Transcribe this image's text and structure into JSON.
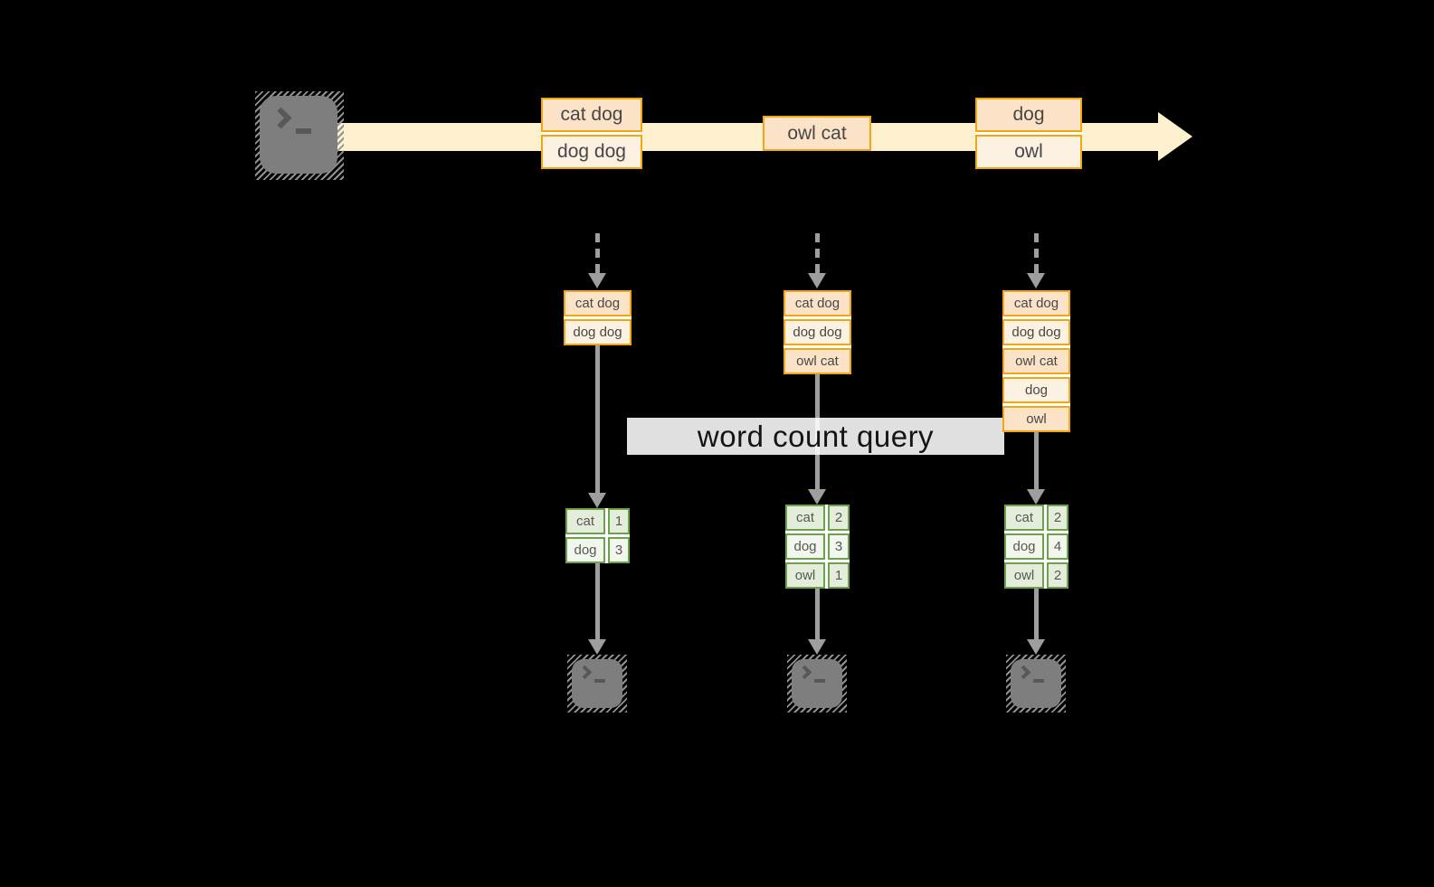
{
  "query_label": "word count query",
  "stream": {
    "batches": [
      [
        "cat dog",
        "dog dog"
      ],
      [
        "owl cat"
      ],
      [
        "dog",
        "owl"
      ]
    ]
  },
  "columns": [
    {
      "window": [
        "cat dog",
        "dog dog"
      ],
      "counts": [
        [
          "cat",
          "1"
        ],
        [
          "dog",
          "3"
        ]
      ]
    },
    {
      "window": [
        "cat dog",
        "dog dog",
        "owl cat"
      ],
      "counts": [
        [
          "cat",
          "2"
        ],
        [
          "dog",
          "3"
        ],
        [
          "owl",
          "1"
        ]
      ]
    },
    {
      "window": [
        "cat dog",
        "dog dog",
        "owl cat",
        "dog",
        "owl"
      ],
      "counts": [
        [
          "cat",
          "2"
        ],
        [
          "dog",
          "4"
        ],
        [
          "owl",
          "2"
        ]
      ]
    }
  ],
  "icons": {
    "source": "terminal-icon",
    "sinks": [
      "terminal-icon",
      "terminal-icon",
      "terminal-icon"
    ]
  },
  "colors": {
    "background": "#000000",
    "stream_band": "#fcf0cf",
    "orange_border": "#f0a810",
    "orange_dark": "#fce3c7",
    "orange_light": "#fdf1e2",
    "green_border": "#6ca24b",
    "green_dark": "#e4edda",
    "green_light": "#f2f7ee",
    "arrow_gray": "#9e9e9e",
    "terminal_fill": "#7e7e7e",
    "terminal_glyph": "#585858",
    "label_bg": "#ffffff",
    "label_text": "#141414"
  }
}
